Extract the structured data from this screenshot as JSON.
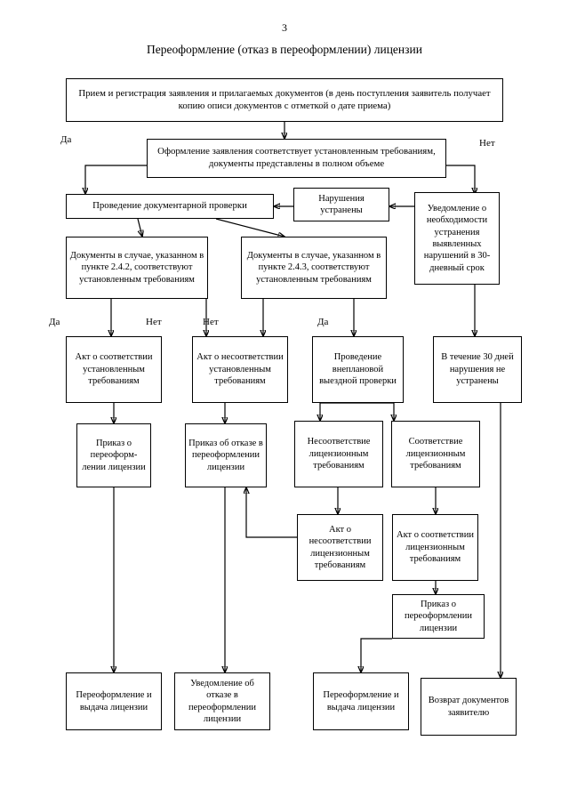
{
  "page": {
    "number": "3",
    "title": "Переоформление (отказ в переоформлении) лицензии"
  },
  "nodes": {
    "intake": "Прием и регистрация заявления и прилагаемых документов (в день поступления заявитель получает копию описи документов с отметкой о дате приема)",
    "decision_form": "Оформление заявления соответствует установленным требованиям, документы представлены в полном объеме",
    "doc_check": "Проведение документарной проверки",
    "violations_fixed": "Нарушения устранены",
    "notice_fix": "Уведомление о необходимости устранения выявленных нарушений в 30-дневный срок",
    "docs_242": "Документы в случае, указанном в пункте 2.4.2, соответствуют установленным  требованиям",
    "docs_243": "Документы в случае, указанном в пункте 2.4.3, соответствуют установленным требованиям",
    "act_conform_req": "Акт о соответствии установленным требованиям",
    "act_nonconform_req": "Акт о несоответствии установленным требованиям",
    "unscheduled_check": "Проведение внеплановой выездной проверки",
    "within_30_days": "В течение 30 дней нарушения не устранены",
    "order_reissue_1": "Приказ о переоформ- лении лицензии",
    "order_refuse": "Приказ об отказе в переоформлении лицензии",
    "nonconform_lic": "Несоответствие лицензионным требованиям",
    "conform_lic": "Соответствие лицензионным требованиям",
    "act_nonconform_lic": "Акт о несоответствии лицензионным требованиям",
    "act_conform_lic": "Акт о соответствии лицензионным требованиям",
    "order_reissue_2": "Приказ о переоформлении лицензии",
    "issue_license_1": "Переоформление и выдача лицензии",
    "notice_refusal": "Уведомление об отказе в переоформлении лицензии",
    "issue_license_2": "Переоформление и выдача лицензии",
    "return_docs": "Возврат документов заявителю"
  },
  "edge_labels": {
    "yes_top": "Да",
    "no_top": "Нет",
    "yes_242": "Да",
    "no_242": "Нет",
    "no_243": "Нет",
    "yes_243": "Да"
  },
  "colors": {
    "line": "#000000",
    "background": "#ffffff"
  }
}
